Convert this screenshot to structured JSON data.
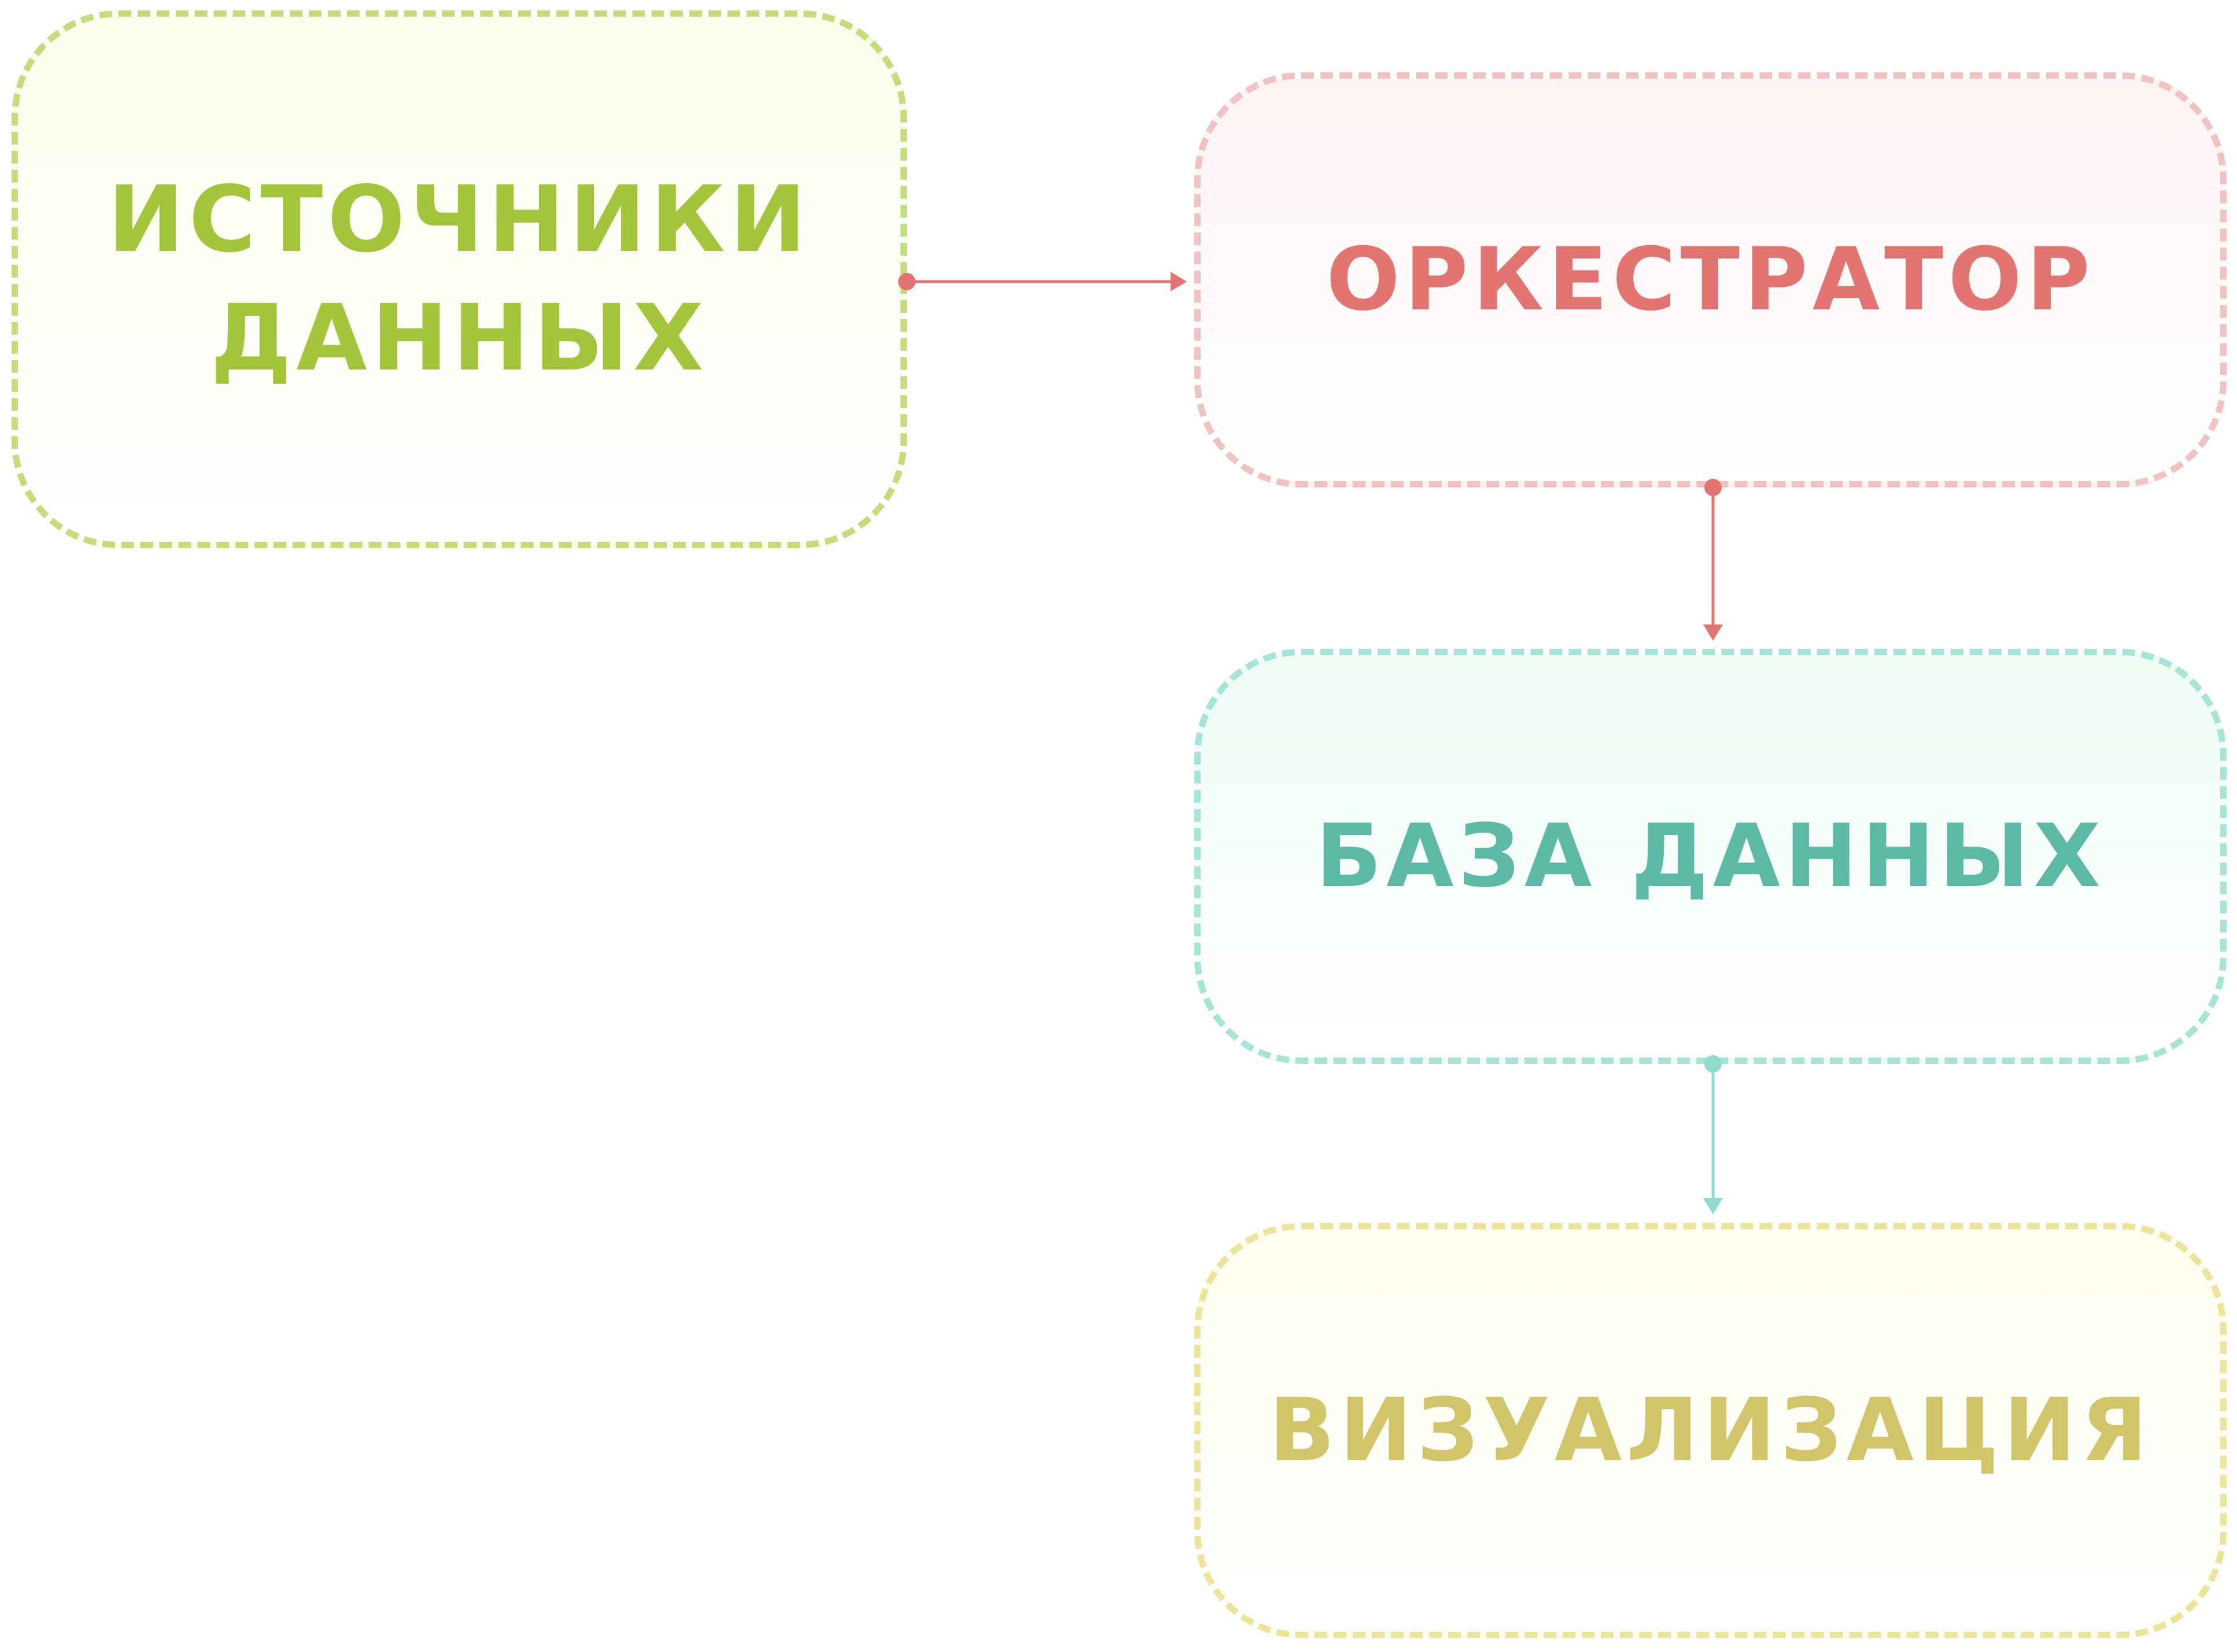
{
  "diagram": {
    "nodes": [
      {
        "id": "sources",
        "label": "ИСТОЧНИКИ\nДАННЫХ",
        "color": "#a3c53b",
        "border_color": "#c4dd7a"
      },
      {
        "id": "orchestrator",
        "label": "ОРКЕСТРАТОР",
        "color": "#e27471",
        "border_color": "#f2c2c1"
      },
      {
        "id": "database",
        "label": "БАЗА ДАННЫХ",
        "color": "#5cb9a6",
        "border_color": "#a5e4d8"
      },
      {
        "id": "visualization",
        "label": "ВИЗУАЛИЗАЦИЯ",
        "color": "#d2c468",
        "border_color": "#ede499"
      }
    ],
    "edges": [
      {
        "from": "sources",
        "to": "orchestrator",
        "color": "#e27471"
      },
      {
        "from": "orchestrator",
        "to": "database",
        "color": "#e27471"
      },
      {
        "from": "database",
        "to": "visualization",
        "color": "#8fdccd"
      }
    ]
  }
}
